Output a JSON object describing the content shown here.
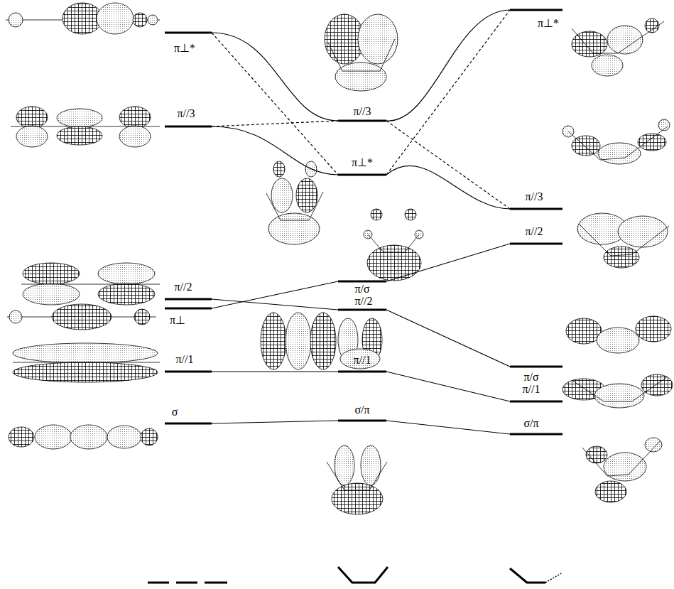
{
  "diagram": {
    "labels": [
      "π⊥*",
      "π//3",
      "π//2",
      "π⊥",
      "π//1",
      "σ",
      "π//3",
      "π⊥*",
      "π/σ",
      "π//2",
      "π//1",
      "σ/π",
      "π⊥*",
      "π//3",
      "π//2",
      "π/σ",
      "π//1",
      "σ/π"
    ]
  }
}
